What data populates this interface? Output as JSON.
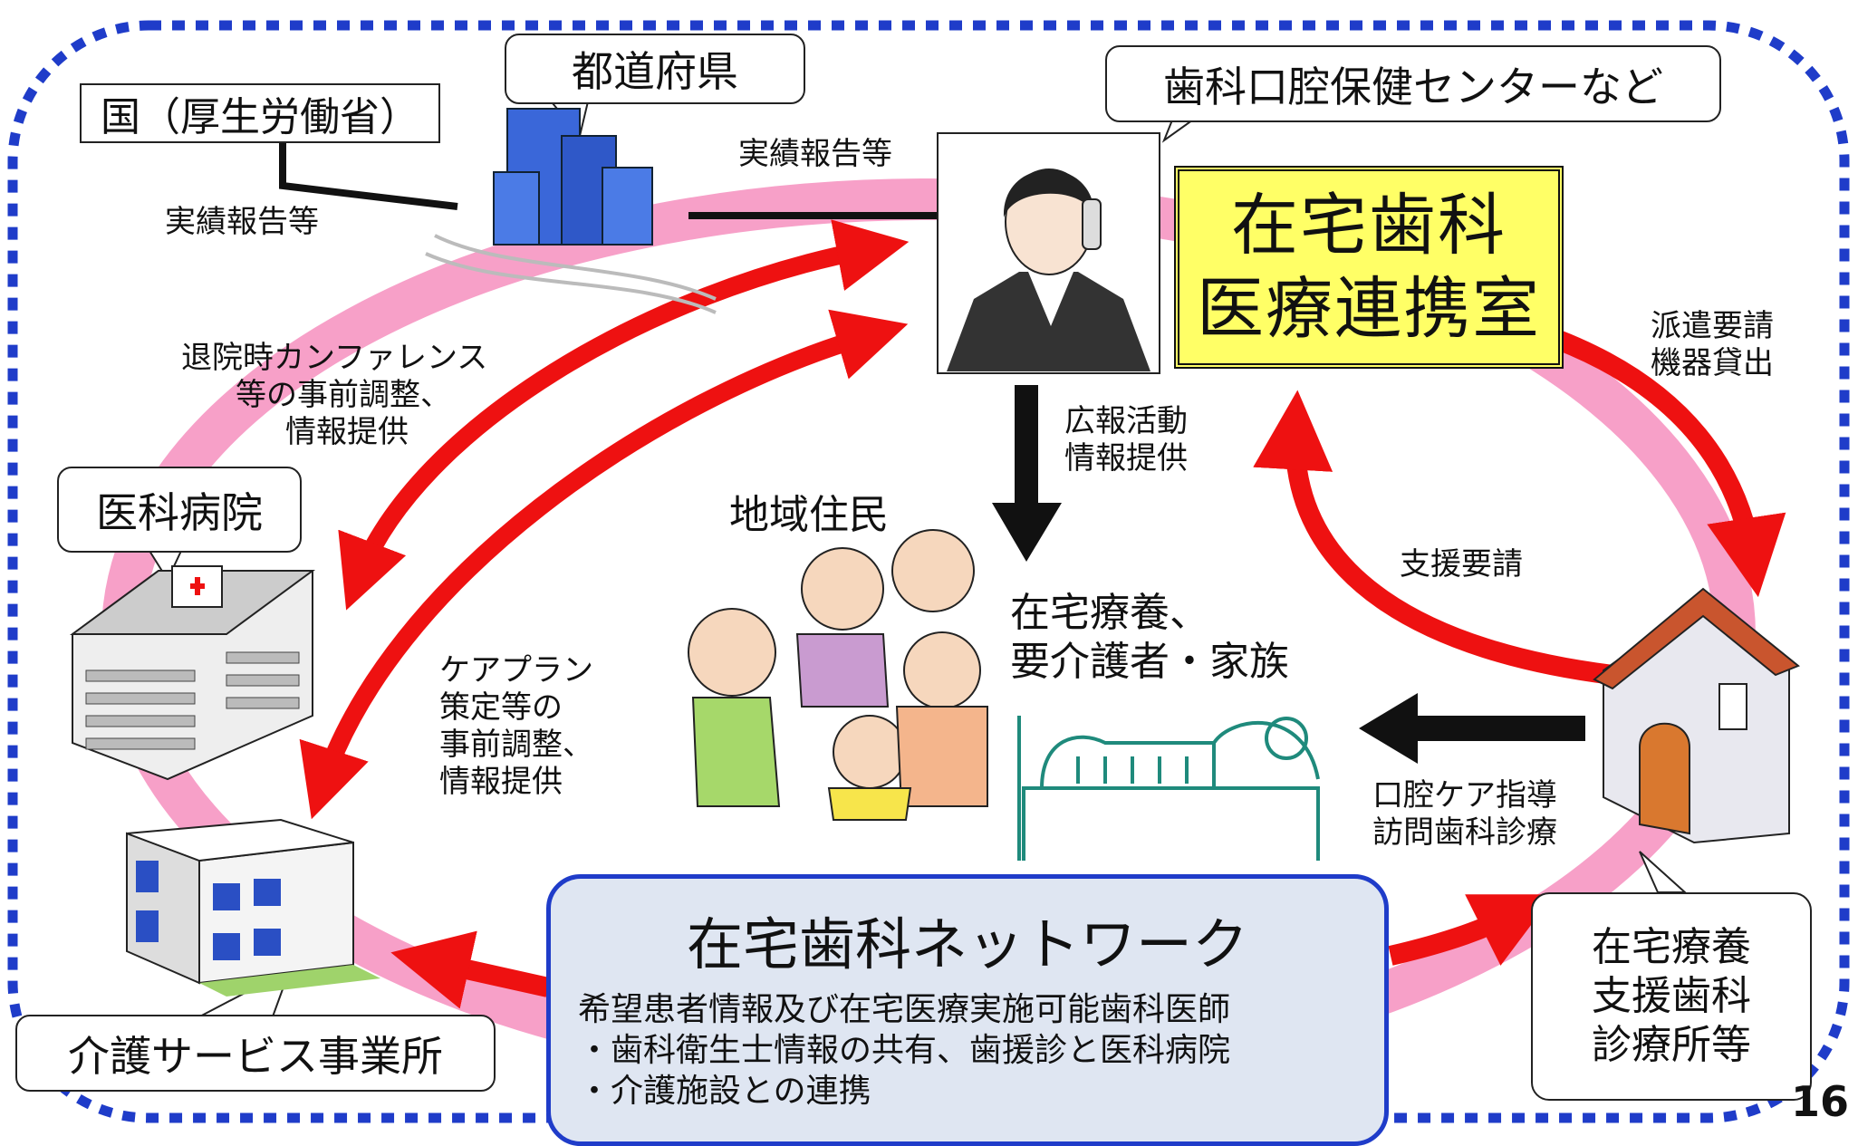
{
  "nodes": {
    "country": "国（厚生労働省）",
    "prefecture": "都道府県",
    "oral_center": "歯科口腔保健センターなど",
    "center_line1": "在宅歯科",
    "center_line2": "医療連携室",
    "hospital": "医科病院",
    "residents": "地域住民",
    "homecare_line1": "在宅療養、",
    "homecare_line2": "要介護者・家族",
    "care_office": "介護サービス事業所",
    "support_clinic_line1": "在宅療養",
    "support_clinic_line2": "支援歯科",
    "support_clinic_line3": "診療所等"
  },
  "network": {
    "title": "在宅歯科ネットワーク",
    "line1": "希望患者情報及び在宅医療実施可能歯科医師",
    "line2": "・歯科衛生士情報の共有、歯援診と医科病院",
    "line3": "・介護施設との連携"
  },
  "edges": {
    "report_country": "実績報告等",
    "report_pref": "実績報告等",
    "discharge_1": "退院時カンファレンス",
    "discharge_2": "等の事前調整、",
    "discharge_3": "情報提供",
    "pr_1": "広報活動",
    "pr_2": "情報提供",
    "dispatch_1": "派遣要請",
    "dispatch_2": "機器貸出",
    "support_request": "支援要請",
    "careplan_1": "ケアプラン",
    "careplan_2": "策定等の",
    "careplan_3": "事前調整、",
    "careplan_4": "情報提供",
    "oralcare_1": "口腔ケア指導",
    "oralcare_2": "訪問歯科診療"
  },
  "page_number": "16",
  "colors": {
    "dotted_border": "#1f3cc9",
    "pink_ring": "#f7a0c8",
    "red_arrow": "#ee1111",
    "center_fill": "#ffff66",
    "network_fill": "#dfe6f2"
  }
}
